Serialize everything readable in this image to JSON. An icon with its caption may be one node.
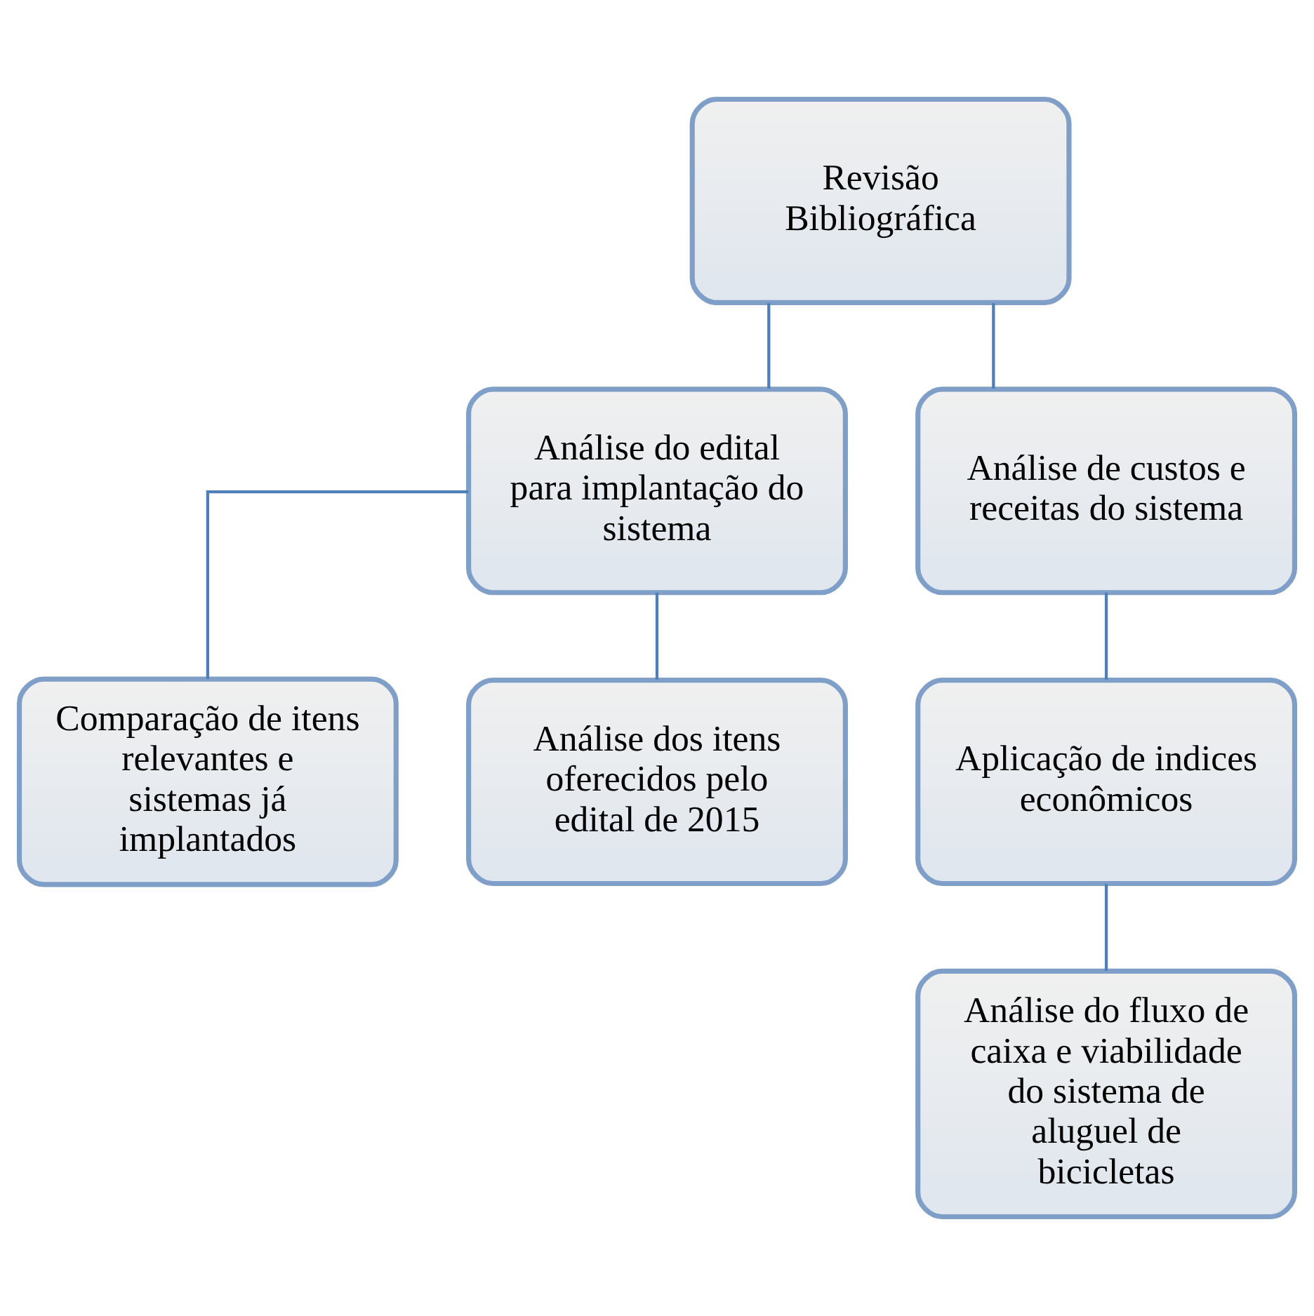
{
  "diagram": {
    "nodes": [
      {
        "text": [
          "Revisão Bibliográfica"
        ]
      },
      {
        "text": [
          "Análise do edital para implantação do sistema"
        ]
      },
      {
        "text": [
          "Análise de custos e receitas do sistema"
        ]
      },
      {
        "text": [
          "Comparação de itens relevantes e sistemas já implantados"
        ]
      },
      {
        "text": [
          "Análise dos itens oferecidos pelo edital de 2015"
        ]
      },
      {
        "text": [
          "Aplicação de indices econômicos"
        ]
      },
      {
        "text": [
          "Análise do fluxo de caixa e viabilidade do sistema de aluguel de bicicletas"
        ]
      }
    ],
    "edges": [
      {
        "from": 0,
        "to": 1,
        "arrow": "none"
      },
      {
        "from": 0,
        "to": 2,
        "arrow": "none"
      },
      {
        "from": 1,
        "to": 3,
        "arrow": "none"
      },
      {
        "from": 1,
        "to": 4,
        "arrow": "none"
      },
      {
        "from": 2,
        "to": 5,
        "arrow": "none"
      },
      {
        "from": 5,
        "to": 6,
        "arrow": "none"
      }
    ]
  }
}
